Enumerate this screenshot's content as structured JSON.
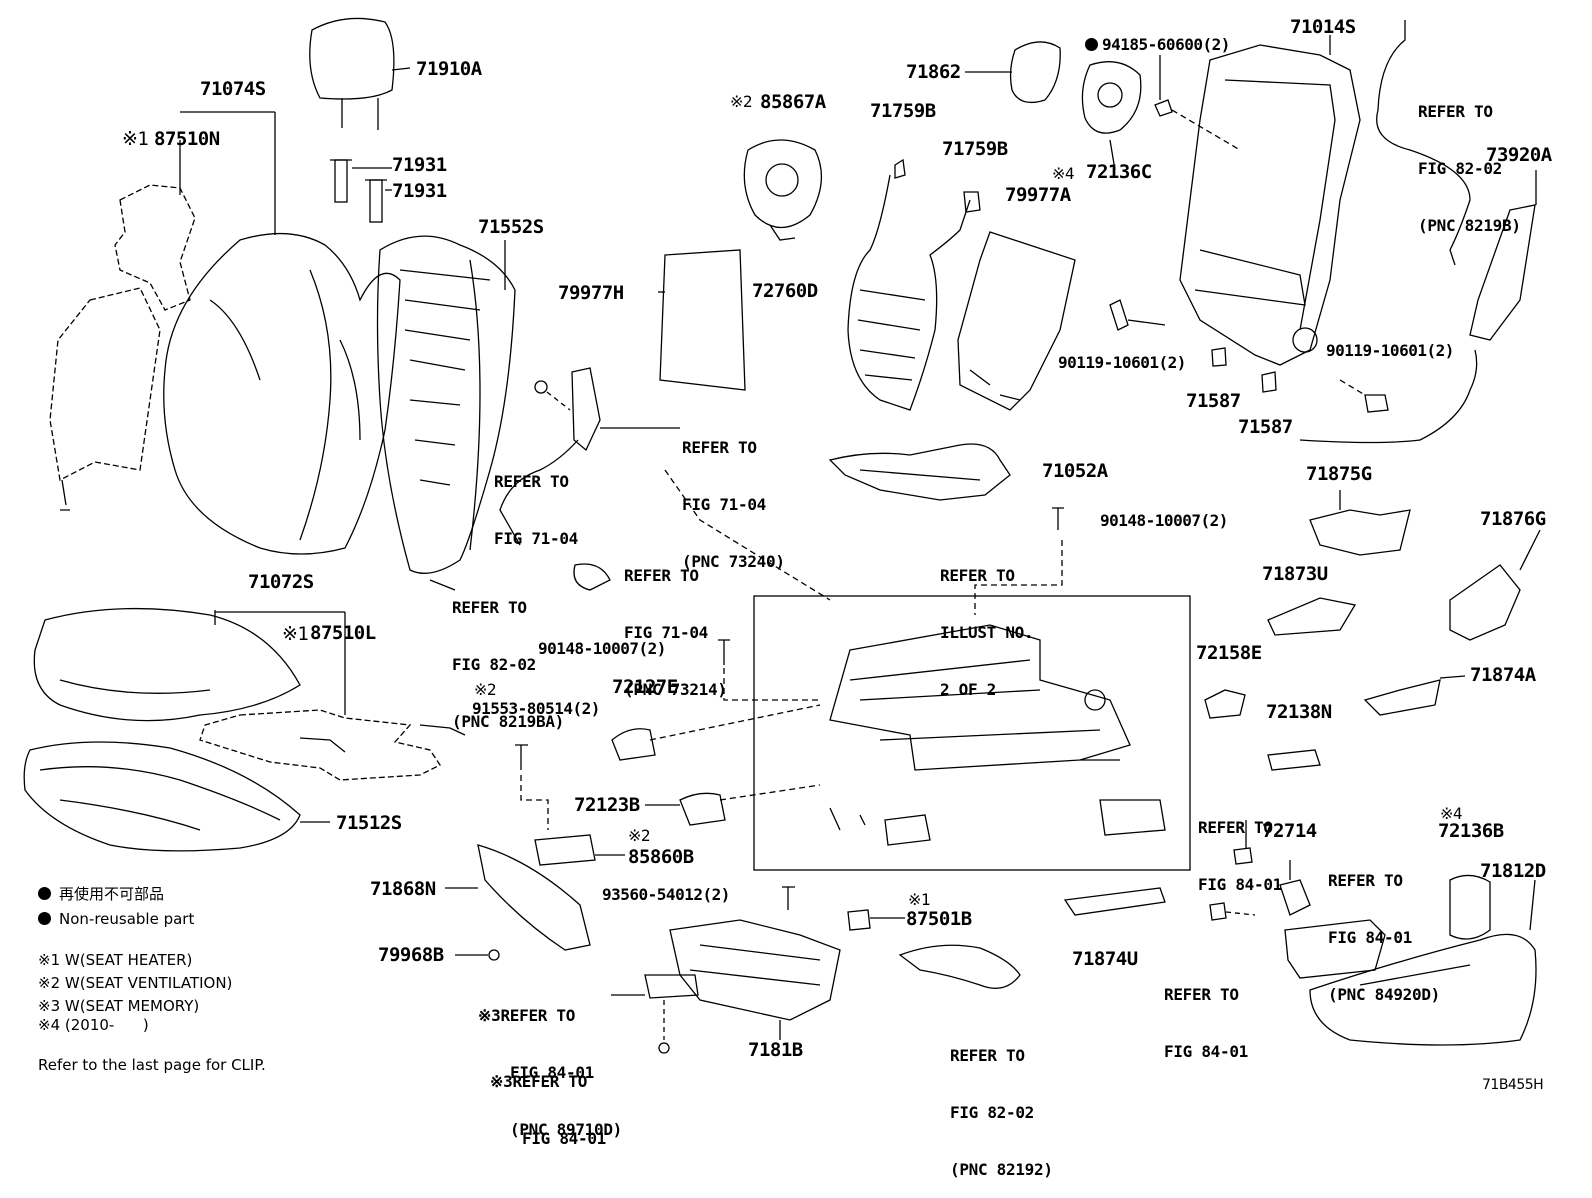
{
  "parts": {
    "p71910A": "71910A",
    "p71931a": "71931",
    "p71931b": "71931",
    "p71074S": "71074S",
    "p87510N": "87510N",
    "p87510N_note": "※1",
    "p71552S": "71552S",
    "p85867A": "85867A",
    "p85867A_note": "※2",
    "p71862": "71862",
    "p94185": "94185-60600(2)",
    "p71014S": "71014S",
    "p71759B_a": "71759B",
    "p71759B_b": "71759B",
    "p72136C": "72136C",
    "p72136C_note": "※4",
    "p79977A": "79977A",
    "p79977H": "79977H",
    "p72760D": "72760D",
    "p73920A": "73920A",
    "p90119a": "90119-10601(2)",
    "p90119b": "90119-10601(2)",
    "p71587a": "71587",
    "p71587b": "71587",
    "p71052A": "71052A",
    "p71875G": "71875G",
    "p71876G": "71876G",
    "p90148a": "90148-10007(2)",
    "p90148b": "90148-10007(2)",
    "p71072S": "71072S",
    "p87510L": "87510L",
    "p87510L_note": "※1",
    "p71873U": "71873U",
    "p72158E": "72158E",
    "p71874A": "71874A",
    "p91553_note": "※2",
    "p91553": "91553-80514(2)",
    "p72127E": "72127E",
    "p72138N": "72138N",
    "p71512S": "71512S",
    "p72123B": "72123B",
    "p85860B": "85860B",
    "p85860B_note": "※2",
    "p72714": "72714",
    "p72136B_note": "※4",
    "p72136B": "72136B",
    "p71812D": "71812D",
    "p71868N": "71868N",
    "p93560": "93560-54012(2)",
    "p87501B_note": "※1",
    "p87501B": "87501B",
    "p71874U": "71874U",
    "p79968B": "79968B",
    "p7181B": "7181B",
    "figure_id": "71B455H"
  },
  "refs": {
    "r1": [
      "REFER TO",
      "FIG 71-04",
      "(PNC 73240)"
    ],
    "r2": [
      "REFER TO",
      "FIG 71-04"
    ],
    "r3": [
      "REFER TO",
      "FIG 71-04",
      "(PNC 73214)"
    ],
    "r4": [
      "REFER TO",
      "FIG 82-02",
      "(PNC 8219BA)"
    ],
    "r5": [
      "REFER TO",
      "ILLUST NO.",
      "2 OF 2"
    ],
    "r6": [
      "REFER TO",
      "FIG 82-02",
      "(PNC 8219B)"
    ],
    "r7": [
      "REFER TO",
      "FIG 84-01"
    ],
    "r8": [
      "REFER TO",
      "FIG 84-01",
      "(PNC 84920D)"
    ],
    "r9": [
      "REFER TO",
      "FIG 84-01"
    ],
    "r10": [
      "※3REFER TO",
      "FIG 84-01",
      "(PNC 89710D)"
    ],
    "r11": [
      "※3REFER TO",
      "FIG 84-01"
    ],
    "r12": [
      "REFER TO",
      "FIG 82-02",
      "(PNC 82192)"
    ]
  },
  "legend": {
    "jp": "再使用不可部品",
    "en": "Non-reusable part",
    "n1": "※1 W(SEAT HEATER)",
    "n2": "※2 W(SEAT VENTILATION)",
    "n3": "※3 W(SEAT MEMORY)",
    "n4": "※4 (2010-      )",
    "clip": "Refer to the last page for CLIP."
  }
}
